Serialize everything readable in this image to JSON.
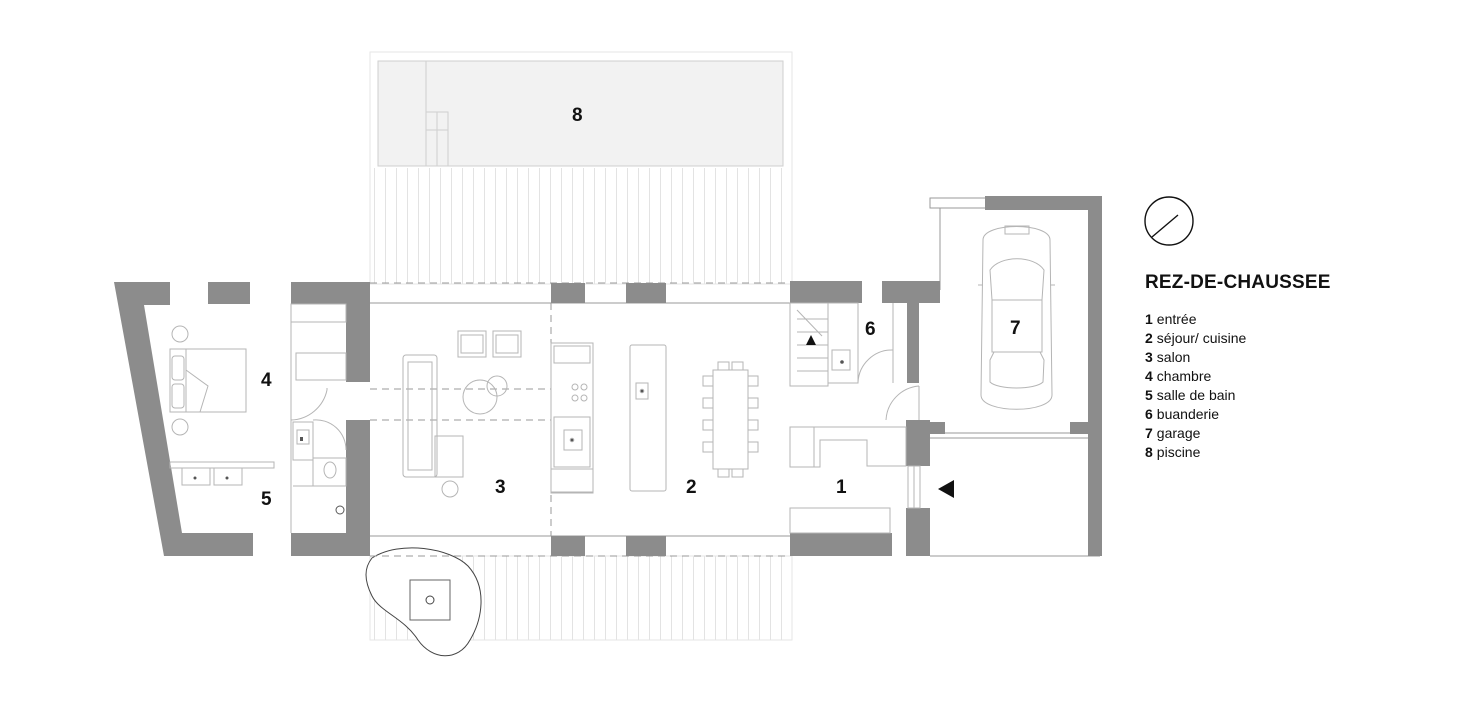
{
  "title": "REZ-DE-CHAUSSEE",
  "rooms": [
    {
      "num": "1",
      "name": "entrée"
    },
    {
      "num": "2",
      "name": "séjour/ cuisine"
    },
    {
      "num": "3",
      "name": "salon"
    },
    {
      "num": "4",
      "name": "chambre"
    },
    {
      "num": "5",
      "name": "salle de bain"
    },
    {
      "num": "6",
      "name": "buanderie"
    },
    {
      "num": "7",
      "name": "garage"
    },
    {
      "num": "8",
      "name": "piscine"
    }
  ],
  "icons": {
    "north": "north-arrow-icon",
    "entry": "entry-arrow-icon"
  },
  "colors": {
    "wall": "#8c8c8c",
    "line": "#b5b5b5",
    "pool": "#f2f2f2",
    "text": "#111111"
  }
}
